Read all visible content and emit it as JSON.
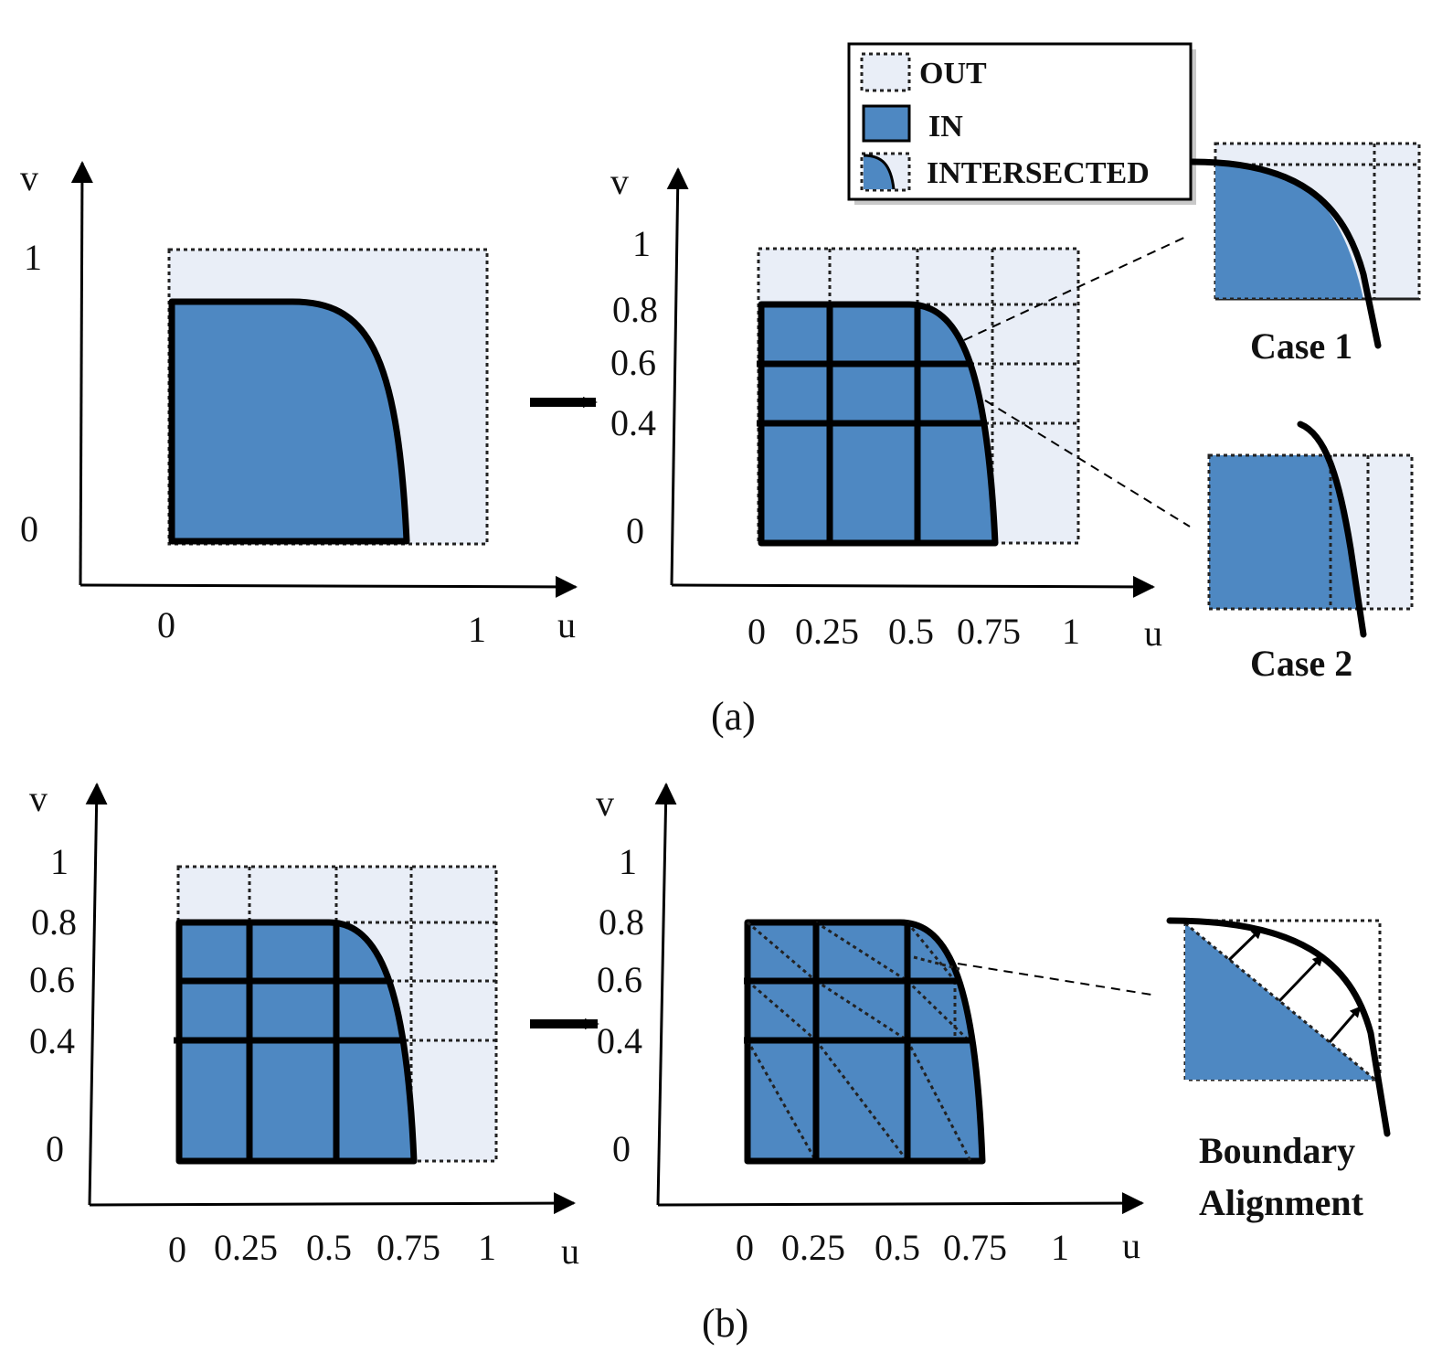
{
  "legend": {
    "out_label": "OUT",
    "in_label": "IN",
    "intersected_label": "INTERSECTED"
  },
  "axes": {
    "u_label": "u",
    "v_label": "v"
  },
  "panel_a": {
    "caption": "(a)",
    "left": {
      "u_ticks": [
        "0",
        "1"
      ],
      "v_ticks": [
        "1",
        "0"
      ]
    },
    "right": {
      "u_ticks": [
        "0",
        "0.25",
        "0.5",
        "0.75",
        "1"
      ],
      "v_ticks": [
        "1",
        "0.8",
        "0.6",
        "0.4",
        "0"
      ]
    },
    "case1_label": "Case 1",
    "case2_label": "Case 2"
  },
  "panel_b": {
    "caption": "(b)",
    "left": {
      "u_ticks": [
        "0",
        "0.25",
        "0.5",
        "0.75",
        "1"
      ],
      "v_ticks": [
        "1",
        "0.8",
        "0.6",
        "0.4",
        "0"
      ]
    },
    "right": {
      "u_ticks": [
        "0",
        "0.25",
        "0.5",
        "0.75",
        "1"
      ],
      "v_ticks": [
        "1",
        "0.8",
        "0.6",
        "0.4",
        "0"
      ]
    },
    "boundary_label_line1": "Boundary",
    "boundary_label_line2": "Alignment"
  },
  "colors": {
    "in_fill": "#4e88c2",
    "out_fill": "#e9eef7",
    "outline": "#000000"
  }
}
